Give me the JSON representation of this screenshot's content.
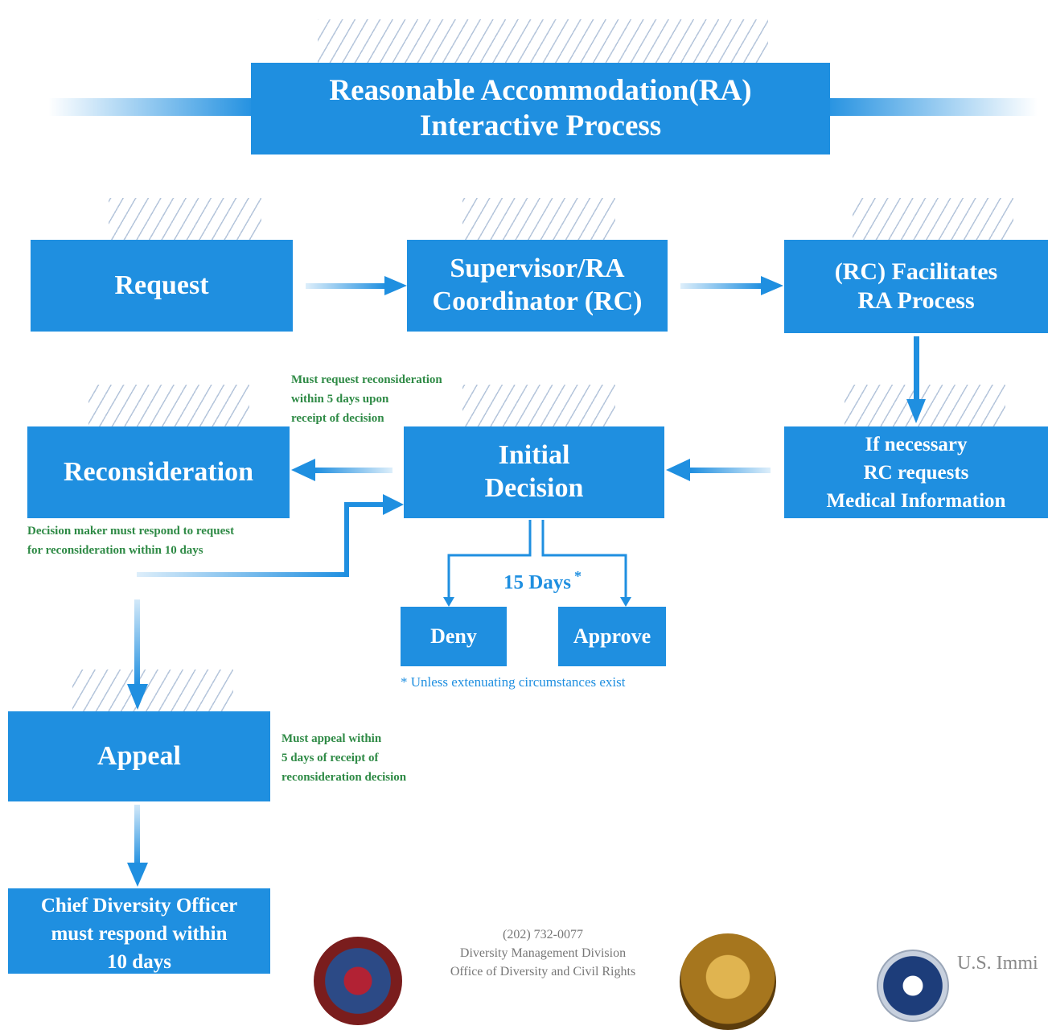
{
  "title": {
    "line1": "Reasonable Accommodation(RA)",
    "line2": "Interactive Process"
  },
  "nodes": {
    "request": "Request",
    "supervisor_line1": "Supervisor/RA",
    "supervisor_line2": "Coordinator (RC)",
    "facilitates_line1": "(RC) Facilitates",
    "facilitates_line2": "RA Process",
    "medical_line1": "If necessary",
    "medical_line2": "RC requests",
    "medical_line3": "Medical Information",
    "initial_line1": "Initial",
    "initial_line2": "Decision",
    "reconsideration": "Reconsideration",
    "deny": "Deny",
    "approve": "Approve",
    "appeal": "Appeal",
    "cdo_line1": "Chief Diversity Officer",
    "cdo_line2": "must respond within",
    "cdo_line3": "10 days"
  },
  "notes": {
    "recon_request_1": "Must request reconsideration",
    "recon_request_2": "within 5 days upon",
    "recon_request_3": "receipt of decision",
    "recon_response_1": "Decision maker must respond to request",
    "recon_response_2": "for reconsideration within 10 days",
    "days_label": "15 Days",
    "days_asterisk": "*",
    "footnote": "* Unless extenuating circumstances exist",
    "appeal_1": "Must appeal within",
    "appeal_2": "5 days of  receipt of",
    "appeal_3": "reconsideration decision"
  },
  "footer": {
    "phone": "(202) 732-0077",
    "division": "Diversity Management Division",
    "office": "Office of Diversity and Civil Rights",
    "agency": "U.S. Immi"
  },
  "colors": {
    "box": "#1f8fe0",
    "note_text": "#2e8a45",
    "footnote_text": "#1f8fe0"
  }
}
